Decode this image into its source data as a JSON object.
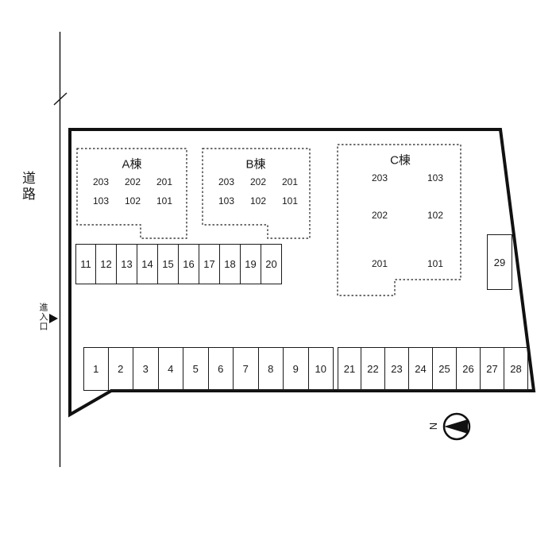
{
  "labels": {
    "road": "道路",
    "entrance": "進入口",
    "north": "N"
  },
  "colors": {
    "ink": "#1a1a1a"
  },
  "buildings": {
    "a": {
      "name": "A棟",
      "rows": [
        [
          "203",
          "202",
          "201"
        ],
        [
          "103",
          "102",
          "101"
        ]
      ]
    },
    "b": {
      "name": "B棟",
      "rows": [
        [
          "203",
          "202",
          "201"
        ],
        [
          "103",
          "102",
          "101"
        ]
      ]
    },
    "c": {
      "name": "C棟",
      "rows": [
        [
          "203",
          "103"
        ],
        [
          "202",
          "102"
        ],
        [
          "201",
          "101"
        ]
      ]
    }
  },
  "parking": {
    "middle": [
      "11",
      "12",
      "13",
      "14",
      "15",
      "16",
      "17",
      "18",
      "19",
      "20"
    ],
    "bottom_left": [
      "1",
      "2",
      "3",
      "4",
      "5",
      "6",
      "7",
      "8",
      "9",
      "10"
    ],
    "bottom_right": [
      "21",
      "22",
      "23",
      "24",
      "25",
      "26",
      "27",
      "28"
    ],
    "side": "29"
  }
}
